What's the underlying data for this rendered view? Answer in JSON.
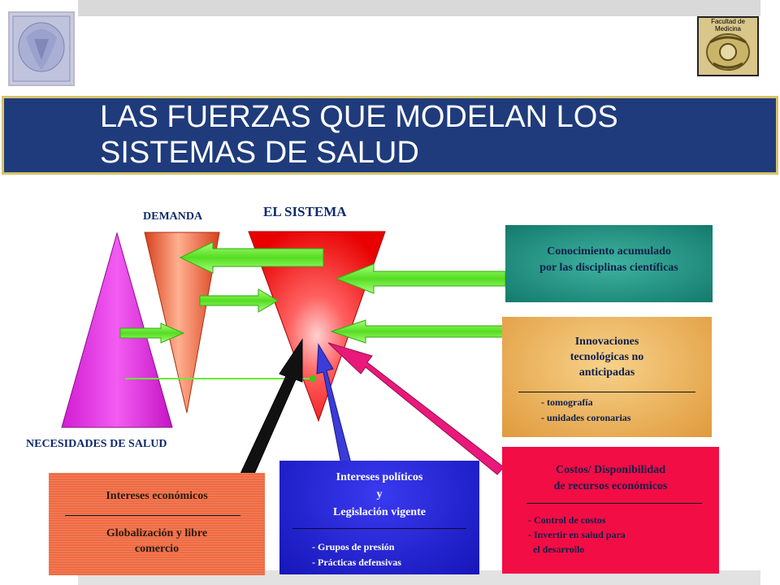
{
  "slide": {
    "title_line1": "LAS FUERZAS QUE MODELAN LOS",
    "title_line2": "SISTEMAS DE SALUD",
    "logo_right_text": "Facultad de Medicina"
  },
  "diagram": {
    "label_demanda": "DEMANDA",
    "label_sistema": "EL SISTEMA",
    "label_necesidades": "NECESIDADES DE SALUD",
    "box_conocimiento": {
      "line1": "Conocimiento acumulado",
      "line2": "por las disciplinas científicas"
    },
    "box_innovaciones": {
      "line1": "Innovaciones",
      "line2": "tecnológicas no",
      "line3": "anticipadas",
      "items": [
        "- tomografía",
        "- unidades coronarias"
      ]
    },
    "box_costos": {
      "line1": "Costos/ Disponibilidad",
      "line2": "de recursos económicos",
      "items": [
        "- Control de costos",
        "- Invertir en salud para",
        "  el desarrollo"
      ]
    },
    "box_politicos": {
      "line1": "Intereses políticos",
      "line2": "y",
      "line3": "Legislación vigente",
      "items": [
        "- Grupos de presión",
        "- Prácticas defensivas"
      ]
    },
    "box_economicos": {
      "line1": "Intereses económicos",
      "line2": "Globalización y libre",
      "line3": "comercio"
    },
    "colors": {
      "title_bg": "#1f3b7b",
      "necesidades": "#e81ce8",
      "demanda": "#f25a2a",
      "sistema": "#ff2020",
      "arrow_green": "#66ee33",
      "conocimiento_bg": "#1f8a7a",
      "innovaciones_bg": "#e8a448",
      "costos_bg": "#f20d45",
      "politicos_bg": "#1a1ad0",
      "economicos_bg": "#f06a40"
    }
  }
}
